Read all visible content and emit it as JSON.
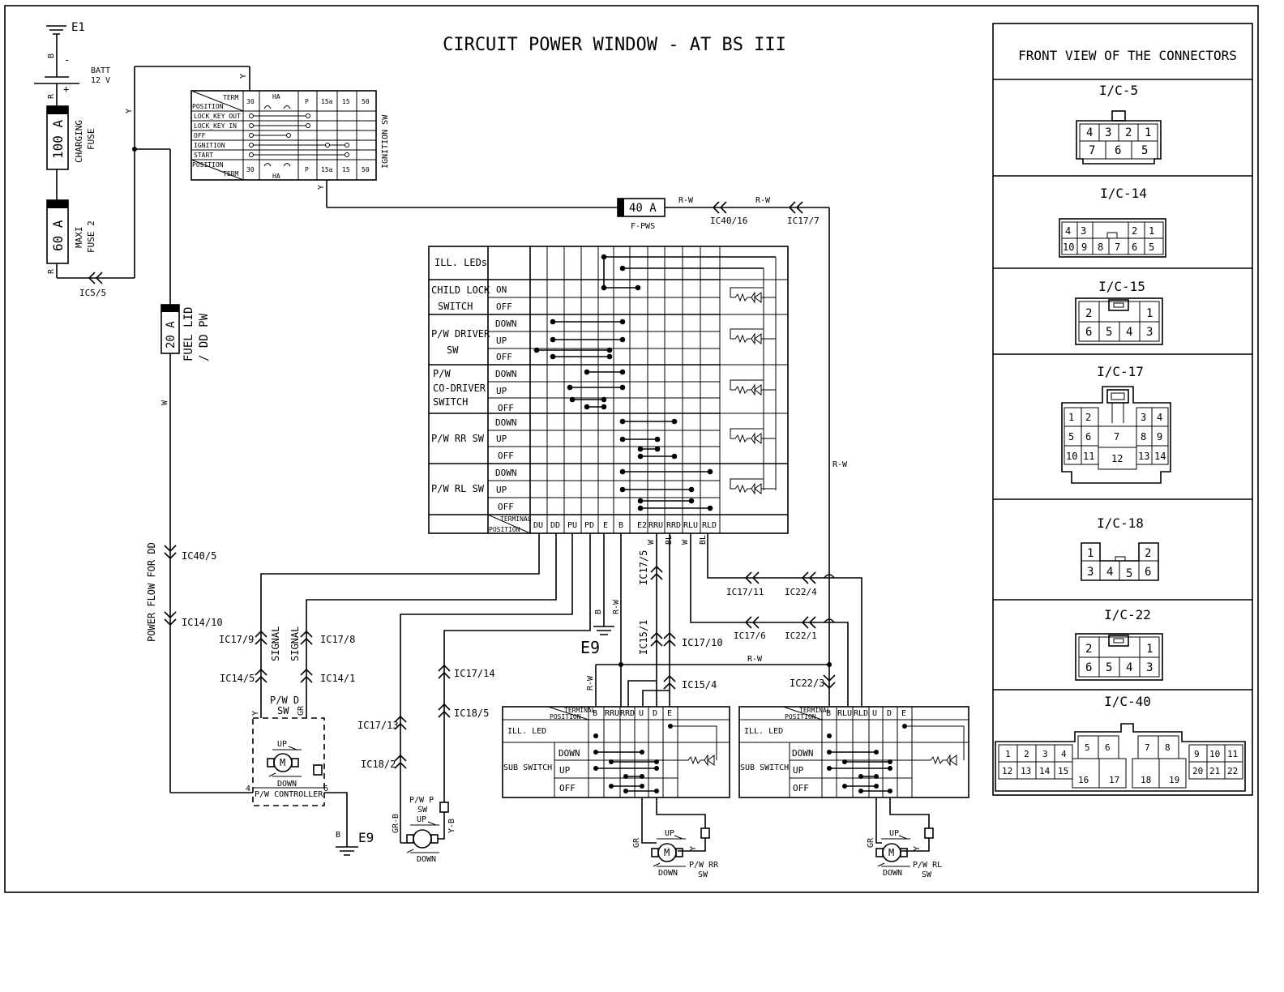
{
  "title": "CIRCUIT POWER WINDOW - AT BS III",
  "connectors_panel": {
    "heading": "FRONT VIEW OF THE CONNECTORS",
    "connectors": [
      {
        "name": "I/C-5",
        "pins": [
          "4",
          "3",
          "2",
          "1",
          "7",
          "6",
          "5"
        ]
      },
      {
        "name": "I/C-14",
        "pins": [
          "4",
          "3",
          "2",
          "1",
          "10",
          "9",
          "8",
          "7",
          "6",
          "5"
        ]
      },
      {
        "name": "I/C-15",
        "pins": [
          "2",
          "1",
          "6",
          "5",
          "4",
          "3"
        ]
      },
      {
        "name": "I/C-17",
        "pins": [
          "1",
          "2",
          "3",
          "4",
          "5",
          "6",
          "7",
          "8",
          "9",
          "10",
          "11",
          "12",
          "13",
          "14"
        ]
      },
      {
        "name": "I/C-18",
        "pins": [
          "1",
          "2",
          "3",
          "4",
          "5",
          "6"
        ]
      },
      {
        "name": "I/C-22",
        "pins": [
          "2",
          "1",
          "6",
          "5",
          "4",
          "3"
        ]
      },
      {
        "name": "I/C-40",
        "pins": [
          "1",
          "2",
          "3",
          "4",
          "5",
          "6",
          "7",
          "8",
          "9",
          "10",
          "11",
          "12",
          "13",
          "14",
          "15",
          "16",
          "17",
          "18",
          "19",
          "20",
          "21",
          "22"
        ]
      }
    ]
  },
  "power": {
    "ground_e1": "E1",
    "batt_label": "BATT",
    "batt_voltage": "12 V",
    "plus": "+",
    "minus": "-",
    "fuse_100_rating": "100 A",
    "fuse_100_name_1": "CHARGING",
    "fuse_100_name_2": "FUSE",
    "fuse_60_rating": "60 A",
    "fuse_60_name_1": "MAXI",
    "fuse_60_name_2": "FUSE 2",
    "fuse_20_rating": "20 A",
    "fuse_20_name_1": "FUEL LID",
    "fuse_20_name_2": "/ DD PW",
    "fuse_40_rating": "40 A",
    "fuse_40_name": "F-PWS",
    "power_flow": "POWER FLOW FOR DD"
  },
  "wire_colors": {
    "b": "B",
    "r": "R",
    "y": "Y",
    "w": "W",
    "rw": "R-W",
    "bl": "BL",
    "gr": "GR",
    "grb": "GR-B",
    "yb": "Y-B"
  },
  "wire_labels": {
    "ic5_5": "IC5/5",
    "ic40_5": "IC40/5",
    "ic14_10": "IC14/10",
    "ic40_16": "IC40/16",
    "ic17_7": "IC17/7",
    "ic17_9": "IC17/9",
    "ic17_8": "IC17/8",
    "ic14_5": "IC14/5",
    "ic14_1": "IC14/1",
    "ic17_14": "IC17/14",
    "ic18_5": "IC18/5",
    "ic17_13": "IC17/13",
    "ic18_2": "IC18/2",
    "ic17_5": "IC17/5",
    "ic15_1": "IC15/1",
    "ic17_10": "IC17/10",
    "ic15_4": "IC15/4",
    "ic17_11": "IC17/11",
    "ic22_4": "IC22/4",
    "ic17_6": "IC17/6",
    "ic22_1": "IC22/1",
    "ic22_3": "IC22/3",
    "signal": "SIGNAL",
    "e9": "E9"
  },
  "ignition": {
    "label": "IGNITION SW",
    "term": "TERM",
    "position": "POSITION",
    "cols": [
      "30",
      "HA",
      "P",
      "15a",
      "15",
      "50"
    ],
    "rows": [
      "LOCK_KEY OUT",
      "LOCK_KEY IN",
      "OFF",
      "IGNITION",
      "START"
    ]
  },
  "master": {
    "rows": {
      "ill_leds": "ILL. LEDs",
      "child_lock_1": "CHILD LOCK",
      "child_lock_2": "SWITCH",
      "driver_1": "P/W DRIVER",
      "driver_2": "SW",
      "codriver_1": "P/W",
      "codriver_2": "CO-DRIVER",
      "codriver_3": "SWITCH",
      "rr": "P/W RR SW",
      "rl": "P/W RL SW"
    },
    "states": {
      "on": "ON",
      "off": "OFF",
      "down": "DOWN",
      "up": "UP"
    },
    "terminal": "TERMINAL",
    "position": "POSITION",
    "cols": [
      "DU",
      "DD",
      "PU",
      "PD",
      "E",
      "B",
      "E2",
      "RRU",
      "RRD",
      "RLU",
      "RLD"
    ]
  },
  "sub_switch_rr": {
    "cols": [
      "B",
      "RRU",
      "RRD",
      "U",
      "D",
      "E"
    ],
    "ill_led": "ILL. LED",
    "sub_switch": "SUB SWITCH",
    "motor_label_1": "P/W RR",
    "motor_label_2": "SW"
  },
  "sub_switch_rl": {
    "cols": [
      "B",
      "RLU",
      "RLD",
      "U",
      "D",
      "E"
    ],
    "ill_led": "ILL. LED",
    "sub_switch": "SUB SWITCH",
    "motor_label_1": "P/W RL",
    "motor_label_2": "SW"
  },
  "pwd": {
    "label_1": "P/W D",
    "label_2": "SW",
    "controller": "P/W CONTROLLER",
    "up": "UP",
    "down": "DOWN",
    "pin_4": "4",
    "pin_6": "6",
    "m": "M"
  },
  "pwp": {
    "label_1": "P/W P",
    "label_2": "SW",
    "up": "UP",
    "down": "DOWN"
  }
}
